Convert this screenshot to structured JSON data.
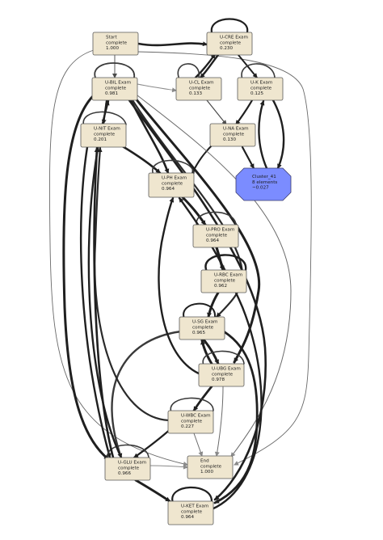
{
  "nodes": [
    {
      "id": "start",
      "lines": [
        "Start",
        "complete",
        "1.000"
      ]
    },
    {
      "id": "ucre",
      "lines": [
        "U-CRE Exam",
        "complete",
        "0.230"
      ]
    },
    {
      "id": "ubil",
      "lines": [
        "U-BIL Exam",
        "complete",
        "0.981"
      ]
    },
    {
      "id": "ucl",
      "lines": [
        "U-CL Exam",
        "complete",
        "0.133"
      ]
    },
    {
      "id": "uk",
      "lines": [
        "U-K Exam",
        "complete",
        "0.125"
      ]
    },
    {
      "id": "unit",
      "lines": [
        "U-NIT Exam",
        "complete",
        "0.201"
      ]
    },
    {
      "id": "una",
      "lines": [
        "U-NA Exam",
        "complete",
        "0.130"
      ]
    },
    {
      "id": "cluster",
      "lines": [
        "Cluster_41",
        "8 elements",
        "~0.027"
      ]
    },
    {
      "id": "uph",
      "lines": [
        "U-PH Exam",
        "complete",
        "0.964"
      ]
    },
    {
      "id": "upro",
      "lines": [
        "U-PRO Exam",
        "complete",
        "0.964"
      ]
    },
    {
      "id": "urbc",
      "lines": [
        "U-RBC Exam",
        "complete",
        "0.962"
      ]
    },
    {
      "id": "usg",
      "lines": [
        "U-SG Exam",
        "complete",
        "0.965"
      ]
    },
    {
      "id": "uubg",
      "lines": [
        "U-UBG Exam",
        "complete",
        "0.978"
      ]
    },
    {
      "id": "uwbc",
      "lines": [
        "U-WBC Exam",
        "complete",
        "0.227"
      ]
    },
    {
      "id": "uglu",
      "lines": [
        "U-GLU Exam",
        "complete",
        "0.966"
      ]
    },
    {
      "id": "end",
      "lines": [
        "End",
        "complete",
        "1.000"
      ]
    },
    {
      "id": "uket",
      "lines": [
        "U-KET Exam",
        "complete",
        "0.964"
      ]
    }
  ],
  "colors": {
    "node_fill": "#efe6cf",
    "cluster_fill": "#7b8cff",
    "edge_dark": "#1f1f1f",
    "edge_mid": "#4a4a4a",
    "edge_light": "#8a8a8a"
  }
}
